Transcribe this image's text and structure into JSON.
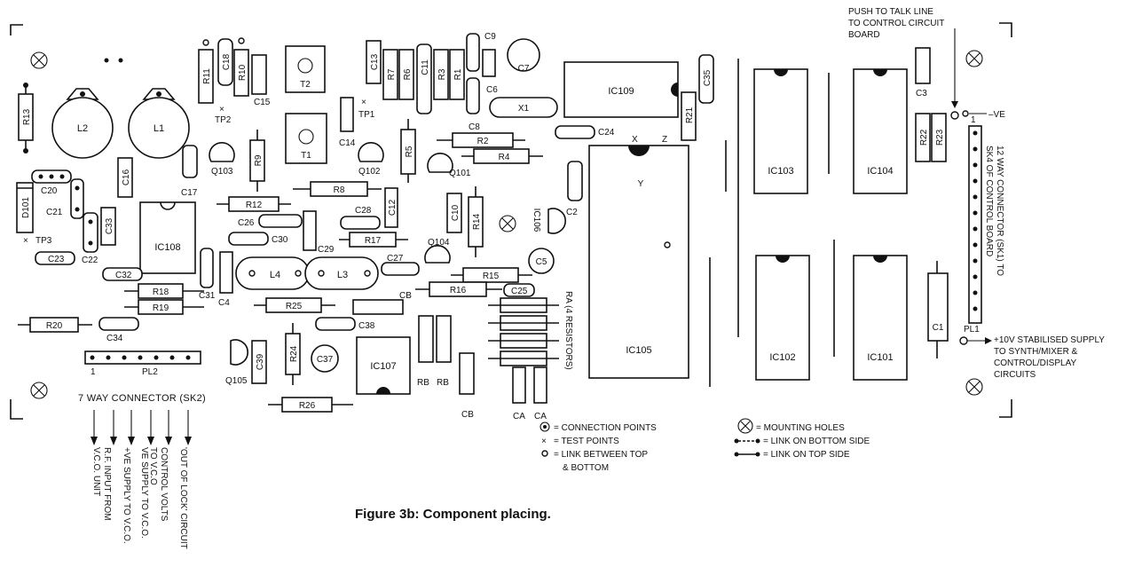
{
  "caption": "Figure 3b: Component placing.",
  "top_note": [
    "PUSH TO TALK LINE",
    "TO CONTROL CIRCUIT",
    "BOARD"
  ],
  "right_connector_label": [
    "12 WAY CONNECTOR (SK1) TO",
    "SK4 OF CONTROL BOARD"
  ],
  "neg_ve_label": "–VE",
  "supply_note": [
    "+10V STABILISED SUPPLY",
    "TO SYNTH/MIXER &",
    "CONTROL/DISPLAY",
    "CIRCUITS"
  ],
  "ra_label": "RA (4 RESISTORS)",
  "seven_way_label": "7 WAY CONNECTOR (SK2)",
  "bottom_labels": [
    [
      "R.F. INPUT FROM",
      "V.C.O. UNIT"
    ],
    [
      "+VE SUPPLY TO V.C.O."
    ],
    [
      "VE SUPPLY TO V.C.O."
    ],
    [
      "CONTROL VOLTS",
      "TO V.C.O"
    ],
    [
      "'OUT OF LOCK' CIRCUIT"
    ]
  ],
  "legend": {
    "left": [
      {
        "sym": "connection",
        "text": "= CONNECTION POINTS"
      },
      {
        "sym": "test",
        "text": "= TEST POINTS"
      },
      {
        "sym": "link",
        "text": "= LINK BETWEEN TOP"
      },
      {
        "sym": "none",
        "text": "& BOTTOM"
      }
    ],
    "right": [
      {
        "sym": "hole",
        "text": "= MOUNTING HOLES"
      },
      {
        "sym": "bottom",
        "text": "= LINK ON BOTTOM SIDE"
      },
      {
        "sym": "top",
        "text": "= LINK ON TOP SIDE"
      }
    ]
  },
  "ics": {
    "ic105": "IC105",
    "ic103": "IC103",
    "ic104": "IC104",
    "ic102": "IC102",
    "ic101": "IC101",
    "ic109": "IC109",
    "ic108": "IC108",
    "ic107": "IC107",
    "ic106": "IC106"
  },
  "coils": {
    "l1": "L1",
    "l2": "L2",
    "l3": "L3",
    "l4": "L4",
    "t1": "T1",
    "t2": "T2",
    "x1": "X1"
  },
  "transistors": {
    "q101": "Q101",
    "q102": "Q102",
    "q103": "Q103",
    "q104": "Q104",
    "q105": "Q105"
  },
  "connectors": {
    "pl1": "PL1",
    "pl2": "PL2",
    "pin1": "1"
  },
  "test_points": {
    "tp1": "TP1",
    "tp2": "TP2",
    "tp3": "TP3"
  },
  "pins": {
    "x": "X",
    "y": "Y",
    "z": "Z"
  },
  "parts": {
    "r1": "R1",
    "r2": "R2",
    "r3": "R3",
    "r4": "R4",
    "r5": "R5",
    "r6": "R6",
    "r7": "R7",
    "r8": "R8",
    "r9": "R9",
    "r10": "R10",
    "r11": "R11",
    "r12": "R12",
    "r13": "R13",
    "r14": "R14",
    "r15": "R15",
    "r16": "R16",
    "r17": "R17",
    "r18": "R18",
    "r19": "R19",
    "r20": "R20",
    "r21": "R21",
    "r22": "R22",
    "r23": "R23",
    "r24": "R24",
    "r25": "R25",
    "r26": "R26",
    "c1": "C1",
    "c2": "C2",
    "c3": "C3",
    "c4": "C4",
    "c5": "C5",
    "c6": "C6",
    "c7": "C7",
    "c8": "C8",
    "c9": "C9",
    "c10": "C10",
    "c11": "C11",
    "c12": "C12",
    "c13": "C13",
    "c14": "C14",
    "c15": "C15",
    "c16": "C16",
    "c17": "C17",
    "c18": "C18",
    "c20": "C20",
    "c21": "C21",
    "c22": "C22",
    "c23": "C23",
    "c24": "C24",
    "c25": "C25",
    "c26": "C26",
    "c27": "C27",
    "c28": "C28",
    "c29": "C29",
    "c30": "C30",
    "c31": "C31",
    "c32": "C32",
    "c33": "C33",
    "c34": "C34",
    "c35": "C35",
    "c37": "C37",
    "c38": "C38",
    "c39": "C39",
    "d101": "D101",
    "cb": "CB",
    "ca": "CA",
    "rb": "RB"
  }
}
